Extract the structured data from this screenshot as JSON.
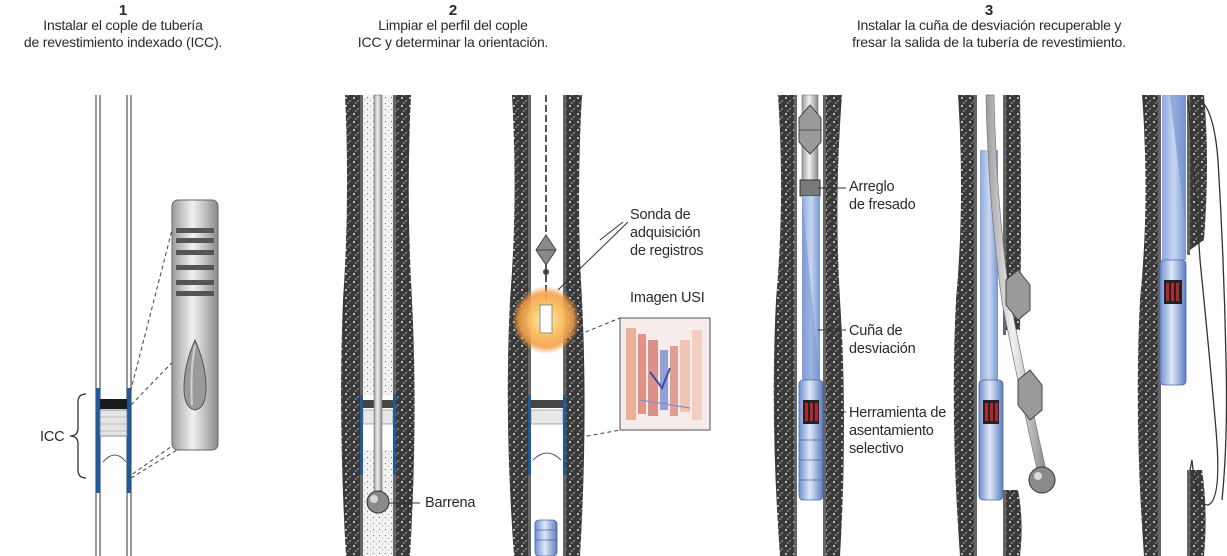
{
  "steps": [
    {
      "number": "1",
      "caption_line1": "Instalar el cople de tubería",
      "caption_line2": "de revestimiento indexado (ICC)."
    },
    {
      "number": "2",
      "caption_line1": "Limpiar el perfil del cople",
      "caption_line2": "ICC y determinar la orientación."
    },
    {
      "number": "3",
      "caption_line1": "Instalar la cuña de desviación recuperable y",
      "caption_line2": "fresar la salida de la tubería de revestimiento."
    }
  ],
  "labels": {
    "icc": "ICC",
    "barrena": "Barrena",
    "sonda_1": "Sonda de",
    "sonda_2": "adquisición",
    "sonda_3": "de registros",
    "imagen_usi": "Imagen USI",
    "arreglo_1": "Arreglo",
    "arreglo_2": "de fresado",
    "cuna_1": "Cuña de",
    "cuna_2": "desviación",
    "herramienta_1": "Herramienta de",
    "herramienta_2": "asentamiento",
    "herramienta_3": "selectivo"
  },
  "colors": {
    "casing_blue": "#1e5a9e",
    "tool_blue": "#a9c0e6",
    "tool_blue_dark": "#5f7fc0",
    "cement": "#2b2b2b",
    "steel_gray": "#8e8e8e",
    "glow_orange": "#f4a23a",
    "coupling_red": "#b3262e"
  }
}
